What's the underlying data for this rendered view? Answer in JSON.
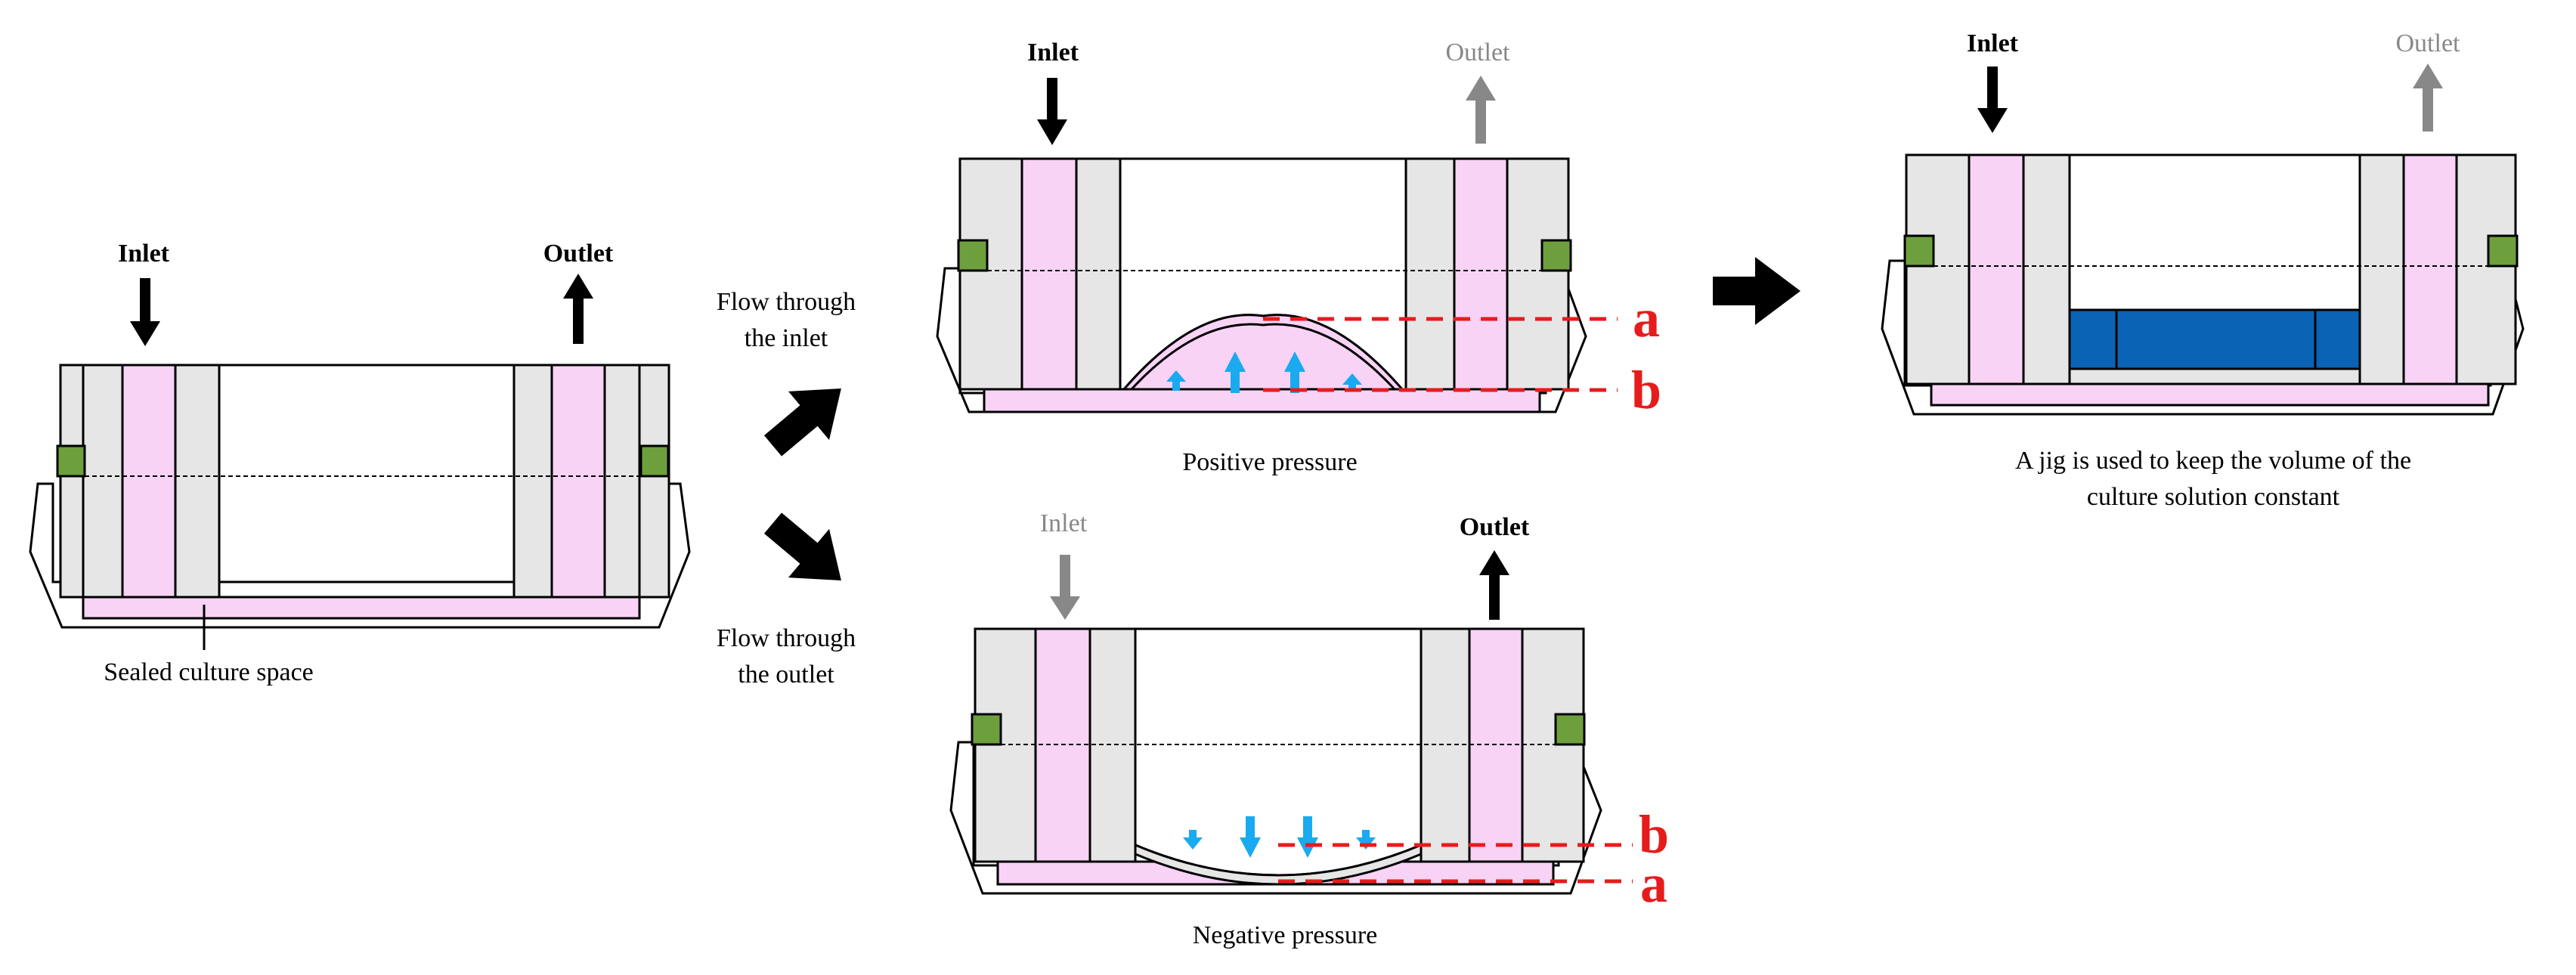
{
  "colors": {
    "gray_body": "#e6e6e6",
    "pink_channel": "#f8d3f6",
    "green_seal": "#6e9f3d",
    "blue_medium": "#0a63b5",
    "cyan_arrow": "#19aaf0",
    "red_marker": "#e61c1c",
    "arrow_inactive": "#888888",
    "outline": "#000000"
  },
  "panel_sealed": {
    "inlet_label": "Inlet",
    "outlet_label": "Outlet",
    "caption": "Sealed culture space"
  },
  "flow_inlet_label": [
    "Flow through",
    "the inlet"
  ],
  "flow_outlet_label": [
    "Flow through",
    "the outlet"
  ],
  "panel_positive": {
    "inlet_label": "Inlet",
    "outlet_label": "Outlet",
    "caption": "Positive pressure",
    "marker_a": "a",
    "marker_b": "b"
  },
  "panel_negative": {
    "inlet_label": "Inlet",
    "outlet_label": "Outlet",
    "caption": "Negative pressure",
    "marker_a": "a",
    "marker_b": "b"
  },
  "panel_jig": {
    "inlet_label": "Inlet",
    "outlet_label": "Outlet",
    "caption": [
      "A jig is used to keep the volume of the",
      "culture solution constant"
    ]
  }
}
